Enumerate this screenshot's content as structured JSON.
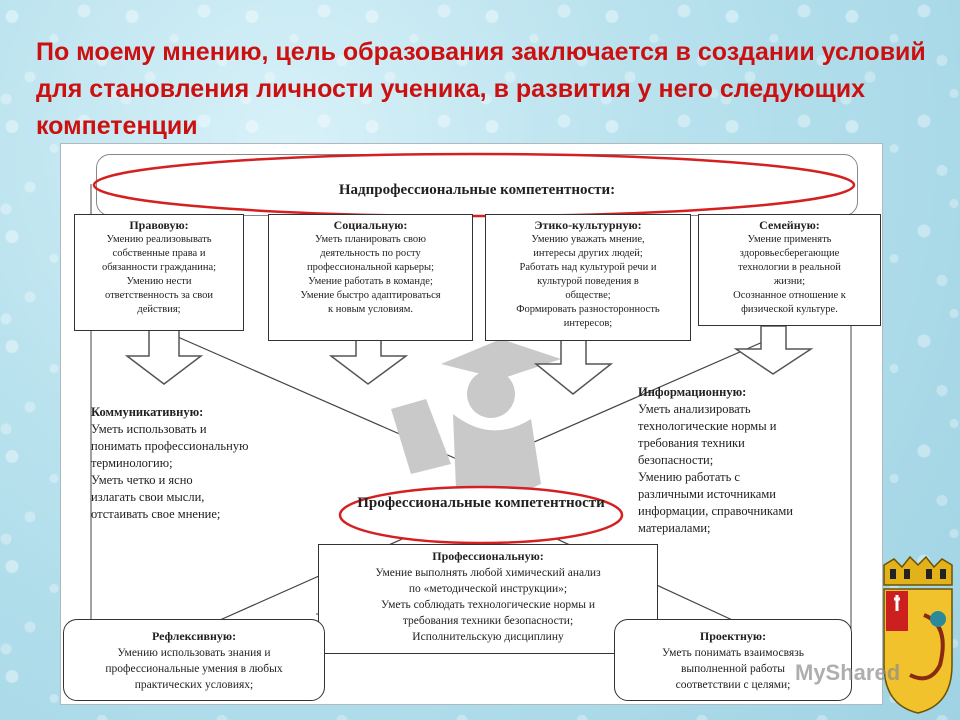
{
  "slide": {
    "title": "По моему мнению, цель образования заключается в создании условий для становления личности ученика, в развития у него следующих компетенции"
  },
  "diagram": {
    "top_heading": "Надпрофессиональные компетентности:",
    "boxes": {
      "pravovuyu": {
        "heading": "Правовую:",
        "text": "Умению реализовывать\nсобственные права и\nобязанности гражданина;\nУмению нести\nответственность за свои\nдействия;"
      },
      "socialnuyu": {
        "heading": "Социальную:",
        "text": "Уметь планировать свою\nдеятельность по росту\nпрофессиональной карьеры;\nУмение работать в команде;\nУмение быстро адаптироваться\nк новым условиям."
      },
      "etiko": {
        "heading": "Этико-культурную:",
        "text": "Умению уважать мнение,\nинтересы других людей;\nРаботать над культурой речи и\nкультурой поведения в\nобществе;\nФормировать разносторонность\nинтересов;"
      },
      "semeynuyu": {
        "heading": "Семейную:",
        "text": "Умение применять\nздоровьесберегающие\nтехнологии в реальной\nжизни;\nОсознанное отношение к\nфизической культуре."
      },
      "kommunikativnuyu": {
        "heading": "Коммуникативную:",
        "text": "Уметь использовать и\nпонимать профессиональную\nтерминологию;\nУметь четко и ясно\nизлагать свои мысли,\nотстаивать свое мнение;"
      },
      "informacionnuyu": {
        "heading": "Информационную:",
        "text": "Уметь анализировать\nтехнологические нормы и\nтребования техники\nбезопасности;\nУмению работать с\nразличными источниками\nинформации, справочниками\nматериалами;"
      },
      "professionalnuyu": {
        "heading": "Профессиональную:",
        "text": "Умение выполнять любой химический анализ\nпо «методической инструкции»;\nУметь соблюдать технологические нормы и\nтребования техники безопасности;\nИсполнительскую дисциплину"
      },
      "refleksivnuyu": {
        "heading": "Рефлексивную:",
        "text": "Умению использовать знания и\nпрофессиональные умения в любых\nпрактических условиях;"
      },
      "proektnuyu": {
        "heading": "Проектную:",
        "text": "Уметь понимать взаимосвязь\nвыполненной работы\nсоответствии с целями;"
      }
    },
    "center_heading": "Профессиональные компетентности"
  },
  "watermark": "MyShared",
  "colors": {
    "title": "#cc1010",
    "highlight_ellipse": "#d42020",
    "arrow_fill": "#ffffff",
    "arrow_stroke": "#555555"
  }
}
